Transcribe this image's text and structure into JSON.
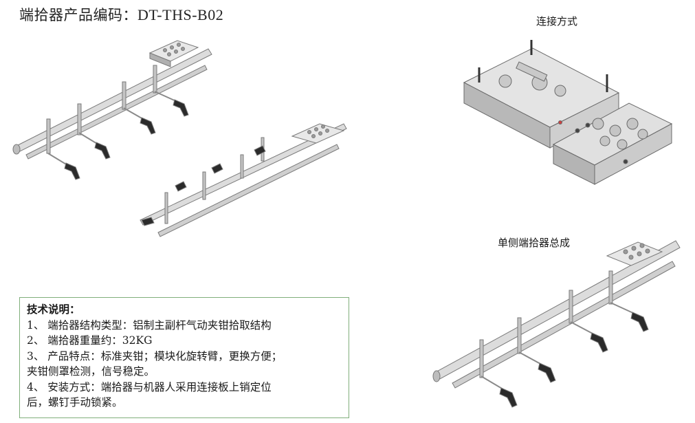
{
  "title": {
    "prefix": "端拾器产品编码：",
    "code": "DT-THS-B02"
  },
  "figures": {
    "connection_label": "连接方式",
    "assembly_label": "单侧端拾器总成"
  },
  "tech": {
    "heading": "技术说明：",
    "lines": [
      "1、 端拾器结构类型：铝制主副杆气动夹钳拾取结构",
      "2、 端拾器重量约：32KG",
      "3、 产品特点：标准夹钳；模块化旋转臂，更换方便；",
      "夹钳侧罩检测，信号稳定。",
      "4、 安装方式：端拾器与机器人采用连接板上销定位",
      "后，螺钉手动锁紧。"
    ]
  },
  "colors": {
    "metal_light": "#e6e6e6",
    "metal_mid": "#c4c4c4",
    "metal_dark": "#8a8a8a",
    "gripper": "#2b2b2b",
    "box_border": "#7fae7a"
  }
}
